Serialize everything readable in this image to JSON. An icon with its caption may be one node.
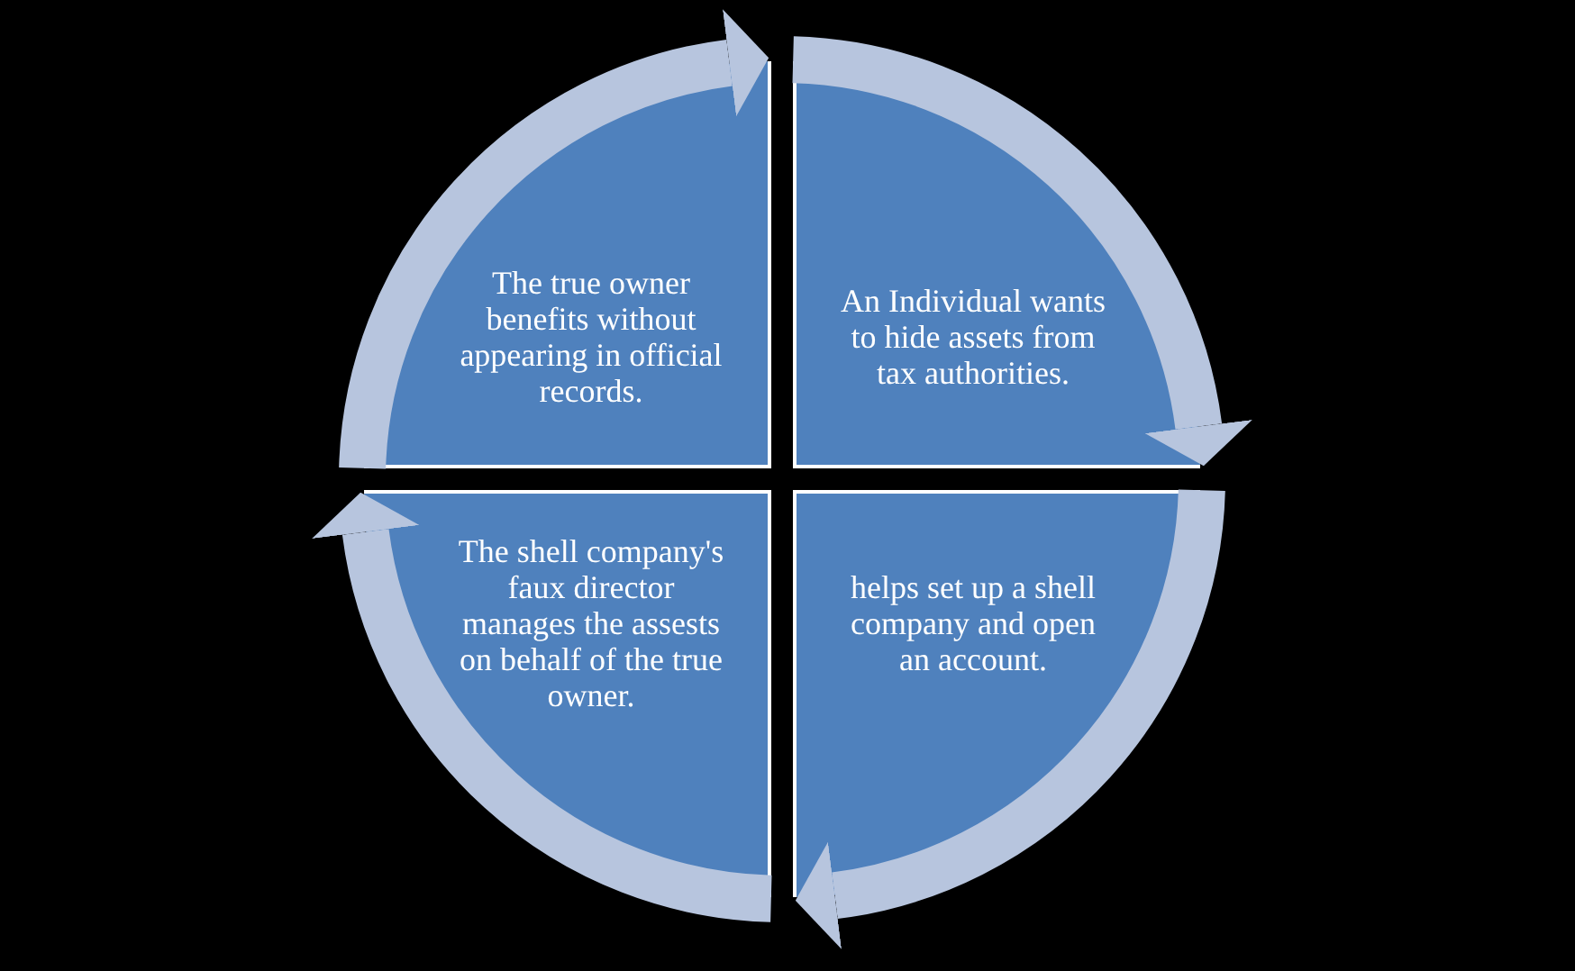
{
  "diagram": {
    "nodes": [
      {
        "text": [
          "The true owner benefits without appearing in official records."
        ]
      },
      {
        "text": [
          "An Individual wants to hide assets from tax authorities."
        ]
      },
      {
        "text": [
          "The shell company's faux director manages the assests on behalf of the true owner."
        ]
      },
      {
        "text": [
          "helps set up a shell company and open an account."
        ]
      }
    ],
    "edges": [
      {
        "from": 1,
        "to": 3,
        "arrow": "to"
      },
      {
        "from": 3,
        "to": 2,
        "arrow": "to"
      },
      {
        "from": 2,
        "to": 0,
        "arrow": "to"
      },
      {
        "from": 0,
        "to": 1,
        "arrow": "to"
      }
    ]
  }
}
